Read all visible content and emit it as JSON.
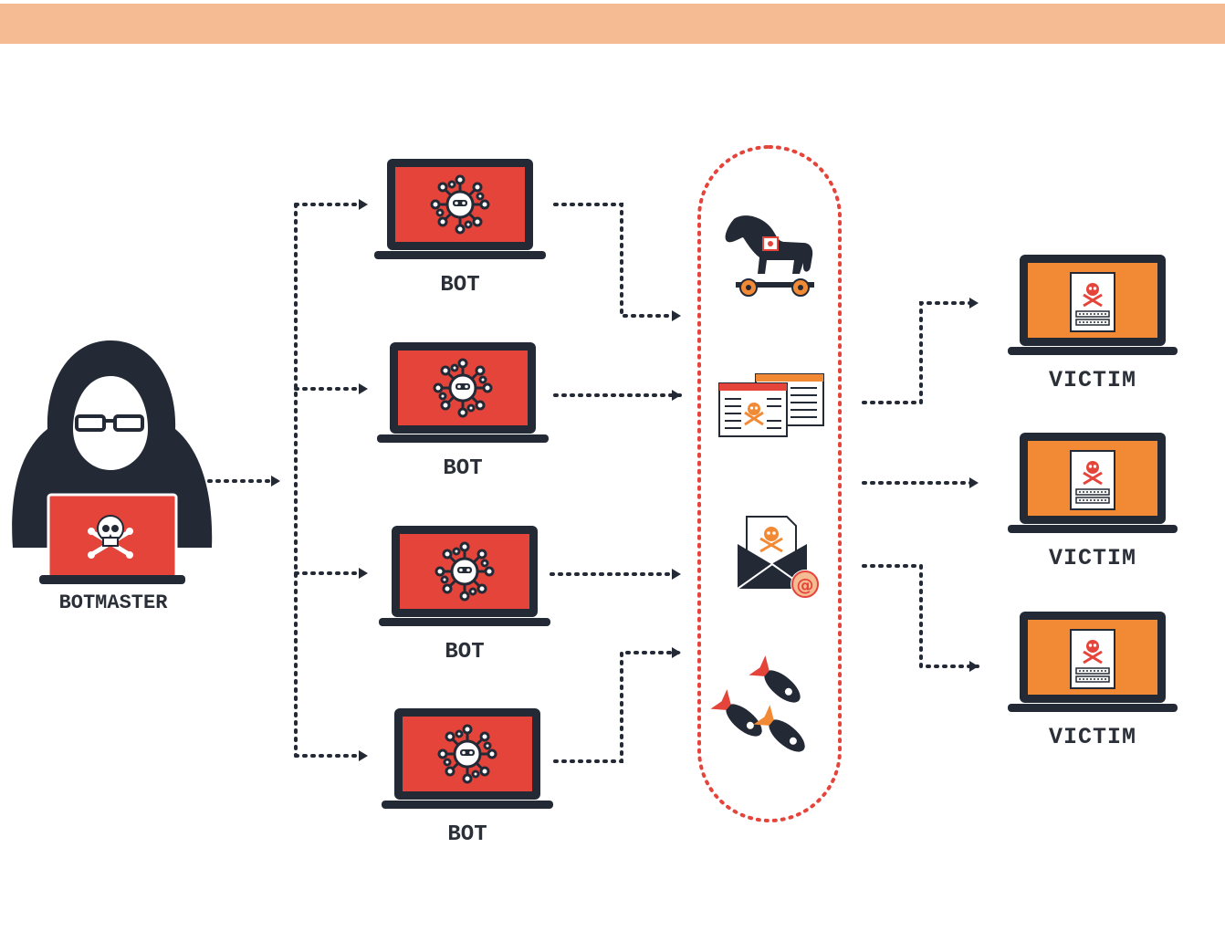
{
  "colors": {
    "banner": "#f5bc94",
    "dark": "#232a36",
    "bot_screen": "#e5443b",
    "victim_screen": "#f28a35",
    "accent_red": "#e5443b",
    "accent_orange": "#f28a35",
    "dotted_line": "#232a36"
  },
  "botmaster": {
    "label": "BOTMASTER",
    "icons": [
      "hooded-hacker-icon",
      "skull-crossbones-icon"
    ]
  },
  "bots": [
    {
      "label": "BOT",
      "icon": "virus-icon"
    },
    {
      "label": "BOT",
      "icon": "virus-icon"
    },
    {
      "label": "BOT",
      "icon": "virus-icon"
    },
    {
      "label": "BOT",
      "icon": "virus-icon"
    }
  ],
  "attacks": [
    {
      "icon": "trojan-horse-icon"
    },
    {
      "icon": "infected-documents-icon"
    },
    {
      "icon": "phishing-email-icon"
    },
    {
      "icon": "bombs-icon"
    }
  ],
  "victims": [
    {
      "label": "VICTIM",
      "icon": "infected-file-icon"
    },
    {
      "label": "VICTIM",
      "icon": "infected-file-icon"
    },
    {
      "label": "VICTIM",
      "icon": "infected-file-icon"
    }
  ]
}
